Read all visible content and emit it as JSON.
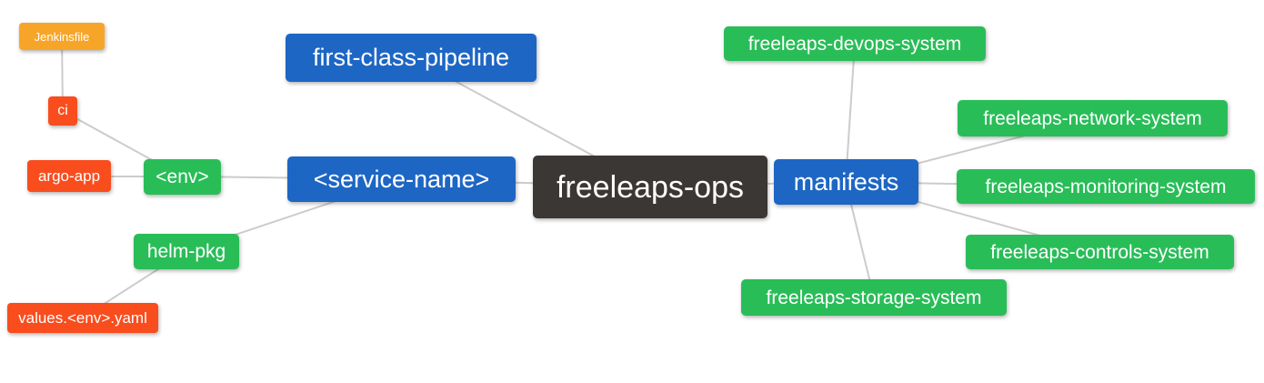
{
  "palette": {
    "root_bg": "#3b3734",
    "branch_blue": "#1d66c4",
    "leaf_green": "#29bd58",
    "leaf_red": "#f94d1e",
    "leaf_amber": "#f7a529",
    "edge_gray": "#cccccc",
    "node_text": "#ffffff",
    "background": "#ffffff"
  },
  "nodes": {
    "root": {
      "label": "freeleaps-ops"
    },
    "first_class_pipeline": {
      "label": "first-class-pipeline"
    },
    "service_name": {
      "label": "<service-name>"
    },
    "manifests": {
      "label": "manifests"
    },
    "env": {
      "label": "<env>"
    },
    "helm_pkg": {
      "label": "helm-pkg"
    },
    "ci": {
      "label": "ci"
    },
    "argo_app": {
      "label": "argo-app"
    },
    "jenkinsfile": {
      "label": "Jenkinsfile"
    },
    "values_env_yaml": {
      "label": "values.<env>.yaml"
    },
    "devops_system": {
      "label": "freeleaps-devops-system"
    },
    "network_system": {
      "label": "freeleaps-network-system"
    },
    "monitoring_system": {
      "label": "freeleaps-monitoring-system"
    },
    "controls_system": {
      "label": "freeleaps-controls-system"
    },
    "storage_system": {
      "label": "freeleaps-storage-system"
    }
  },
  "edges": [
    {
      "from": "ci",
      "to": "jenkinsfile"
    },
    {
      "from": "env",
      "to": "ci"
    },
    {
      "from": "env",
      "to": "argo_app"
    },
    {
      "from": "service_name",
      "to": "env"
    },
    {
      "from": "service_name",
      "to": "helm_pkg"
    },
    {
      "from": "helm_pkg",
      "to": "values_env_yaml"
    },
    {
      "from": "root",
      "to": "service_name"
    },
    {
      "from": "root",
      "to": "first_class_pipeline"
    },
    {
      "from": "root",
      "to": "manifests"
    },
    {
      "from": "manifests",
      "to": "devops_system"
    },
    {
      "from": "manifests",
      "to": "network_system"
    },
    {
      "from": "manifests",
      "to": "monitoring_system"
    },
    {
      "from": "manifests",
      "to": "controls_system"
    },
    {
      "from": "manifests",
      "to": "storage_system"
    }
  ]
}
